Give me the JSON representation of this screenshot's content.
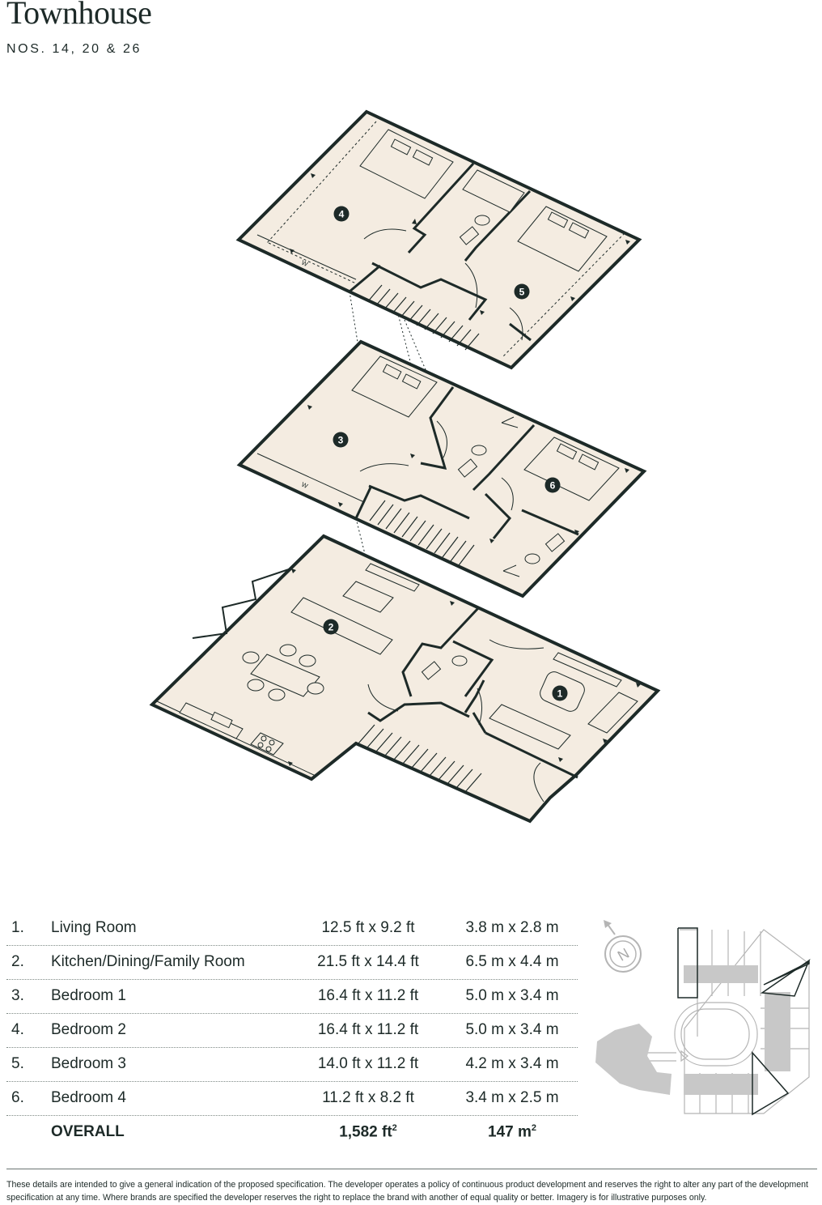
{
  "header": {
    "title": "Townhouse",
    "subtitle": "NOS. 14, 20 & 26"
  },
  "plan": {
    "room_markers": [
      "4",
      "5",
      "3",
      "6",
      "2",
      "1"
    ],
    "storage_mark": "W",
    "colors": {
      "floor": "#f4ece1",
      "wall": "#1d2a28",
      "marker": "#1d2a28",
      "site_grey": "#c8c8c8",
      "site_line": "#b5b5b5"
    }
  },
  "rooms": [
    {
      "num": "1.",
      "name": "Living Room",
      "imperial": "12.5 ft x 9.2 ft",
      "metric": "3.8 m x 2.8 m"
    },
    {
      "num": "2.",
      "name": "Kitchen/Dining/Family Room",
      "imperial": "21.5 ft x 14.4 ft",
      "metric": "6.5 m x 4.4 m"
    },
    {
      "num": "3.",
      "name": "Bedroom 1",
      "imperial": "16.4 ft x 11.2 ft",
      "metric": "5.0 m x 3.4 m"
    },
    {
      "num": "4.",
      "name": "Bedroom 2",
      "imperial": "16.4 ft x 11.2 ft",
      "metric": "5.0 m x 3.4 m"
    },
    {
      "num": "5.",
      "name": "Bedroom 3",
      "imperial": "14.0 ft x 11.2 ft",
      "metric": "4.2 m x 3.4 m"
    },
    {
      "num": "6.",
      "name": "Bedroom 4",
      "imperial": "11.2 ft x 8.2 ft",
      "metric": "3.4 m x 2.5 m"
    }
  ],
  "overall": {
    "label": "OVERALL",
    "imperial": "1,582 ft",
    "imperial_unit": "2",
    "metric": "147 m",
    "metric_unit": "2"
  },
  "siteplan": {
    "compass_letter": "N"
  },
  "footer": {
    "disclaimer": "These details are intended to give a general indication of the proposed specification. The developer operates a policy of continuous product development and reserves the right to alter any part of the development specification at any time. Where brands are specified the developer reserves the right to replace the brand with another of equal quality or better. Imagery is for illustrative purposes only."
  }
}
